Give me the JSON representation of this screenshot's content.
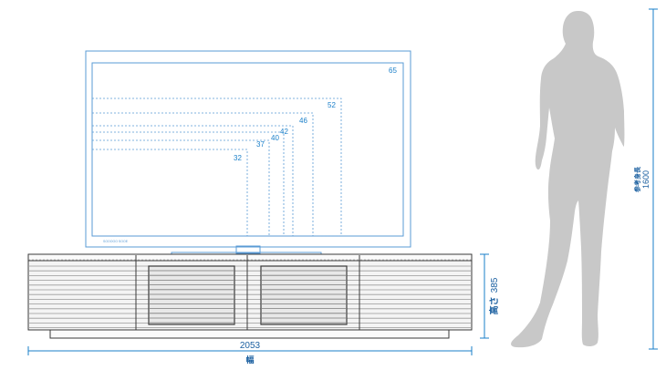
{
  "tv_sizes": [
    {
      "size": "65",
      "label": "65"
    },
    {
      "size": "52",
      "label": "52"
    },
    {
      "size": "46",
      "label": "46"
    },
    {
      "size": "42",
      "label": "42"
    },
    {
      "size": "40",
      "label": "40"
    },
    {
      "size": "37",
      "label": "37"
    },
    {
      "size": "32",
      "label": "32"
    }
  ],
  "brand_mark": "SOOOOO SOOE",
  "dimensions": {
    "width_value": "2053",
    "width_label": "幅",
    "height_value": "385",
    "height_label": "高さ",
    "person_height_value": "1600",
    "person_height_label": "参考身長"
  },
  "colors": {
    "accent": "#1a7fc9",
    "line": "#3a3a3a",
    "silhouette": "#c8c8c8",
    "wood": "#f4f4f4"
  }
}
